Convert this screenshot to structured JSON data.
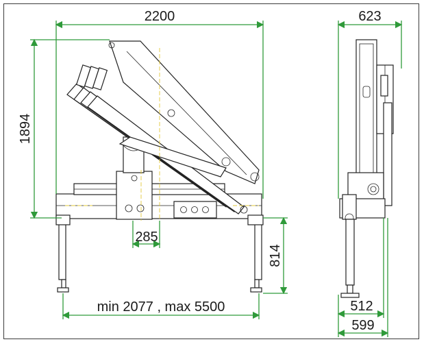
{
  "dimensions": {
    "total_width": "2200",
    "total_height": "1894",
    "offset": "285",
    "leg_height": "814",
    "outrigger_range": "min 2077 , max 5500",
    "side_width": "623",
    "side_base_inner": "512",
    "side_base_outer": "599"
  },
  "colors": {
    "dimension_line": "#2f9a3a",
    "centerline": "#e3c93a",
    "outline": "#222222"
  }
}
